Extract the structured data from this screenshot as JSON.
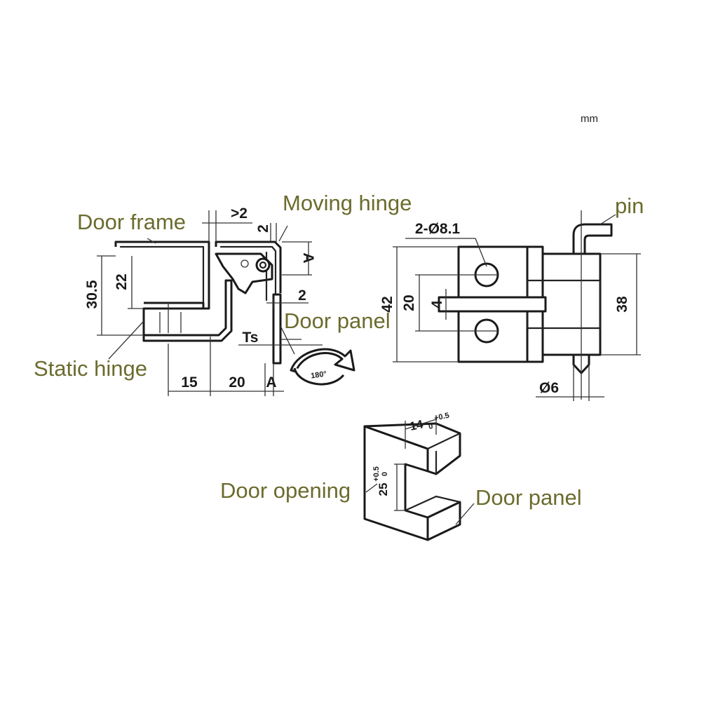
{
  "unit": "mm",
  "labels": {
    "door_frame": "Door frame",
    "moving_hinge": "Moving hinge",
    "pin": "pin",
    "door_panel_side": "Door panel",
    "static_hinge": "Static hinge",
    "door_opening": "Door opening",
    "door_panel_bottom": "Door panel"
  },
  "dimensions": {
    "gap": ">2",
    "top_gap": "2",
    "a_top": "A",
    "panel_gap": "2",
    "height_total": "30.5",
    "height_inner": "22",
    "ts": "Ts",
    "width_15": "15",
    "width_20": "20",
    "a_bottom": "A",
    "rotation": "180°",
    "holes": "2-Ø8.1",
    "height_42": "42",
    "height_20": "20",
    "slot_4": "4",
    "height_38": "38",
    "pin_dia": "Ø6",
    "cut_width": "14",
    "cut_width_tol_upper": "+0.5",
    "cut_width_tol_lower": "0",
    "cut_height": "25",
    "cut_height_tol_upper": "+0.5",
    "cut_height_tol_lower": "0"
  },
  "colors": {
    "label": "#6b6b2e",
    "line": "#222222"
  },
  "icons": {
    "rotation": "curved-arrow-icon"
  }
}
